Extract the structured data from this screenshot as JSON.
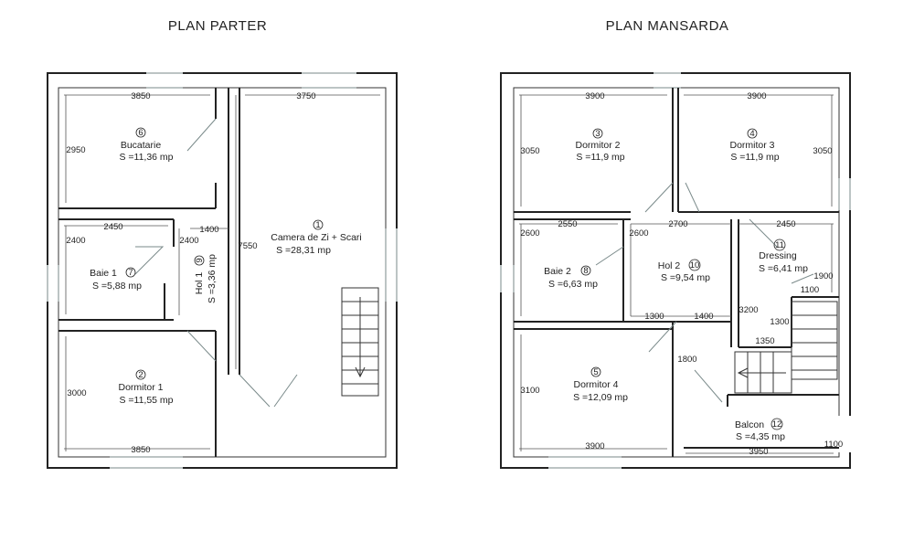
{
  "titles": {
    "parter": "PLAN PARTER",
    "mansarda": "PLAN MANSARDA"
  },
  "parter": {
    "rooms": [
      {
        "id": "6",
        "name": "Bucatarie",
        "area": "S =11,36 mp"
      },
      {
        "id": "7",
        "name": "Baie 1",
        "area": "S =5,88 mp"
      },
      {
        "id": "9",
        "name": "Hol 1",
        "area": "S =3,36 mp"
      },
      {
        "id": "2",
        "name": "Dormitor 1",
        "area": "S =11,55 mp"
      },
      {
        "id": "1",
        "name": "Camera de Zi + Scari",
        "area": "S =28,31 mp"
      }
    ],
    "dims": [
      "3850",
      "3750",
      "2950",
      "2450",
      "1400",
      "2400",
      "2400",
      "7550",
      "3000",
      "3850"
    ]
  },
  "mansarda": {
    "rooms": [
      {
        "id": "3",
        "name": "Dormitor 2",
        "area": "S =11,9 mp"
      },
      {
        "id": "4",
        "name": "Dormitor 3",
        "area": "S =11,9 mp"
      },
      {
        "id": "8",
        "name": "Baie 2",
        "area": "S =6,63 mp"
      },
      {
        "id": "10",
        "name": "Hol 2",
        "area": "S =9,54 mp"
      },
      {
        "id": "11",
        "name": "Dressing",
        "area": "S =6,41 mp"
      },
      {
        "id": "5",
        "name": "Dormitor 4",
        "area": "S =12,09 mp"
      },
      {
        "id": "12",
        "name": "Balcon",
        "area": "S =4,35 mp"
      }
    ],
    "dims": [
      "3900",
      "3900",
      "3050",
      "3050",
      "2550",
      "2700",
      "2450",
      "2600",
      "2600",
      "1900",
      "1100",
      "1300",
      "1400",
      "3200",
      "1300",
      "1350",
      "1800",
      "3100",
      "3900",
      "3950",
      "1100"
    ]
  }
}
